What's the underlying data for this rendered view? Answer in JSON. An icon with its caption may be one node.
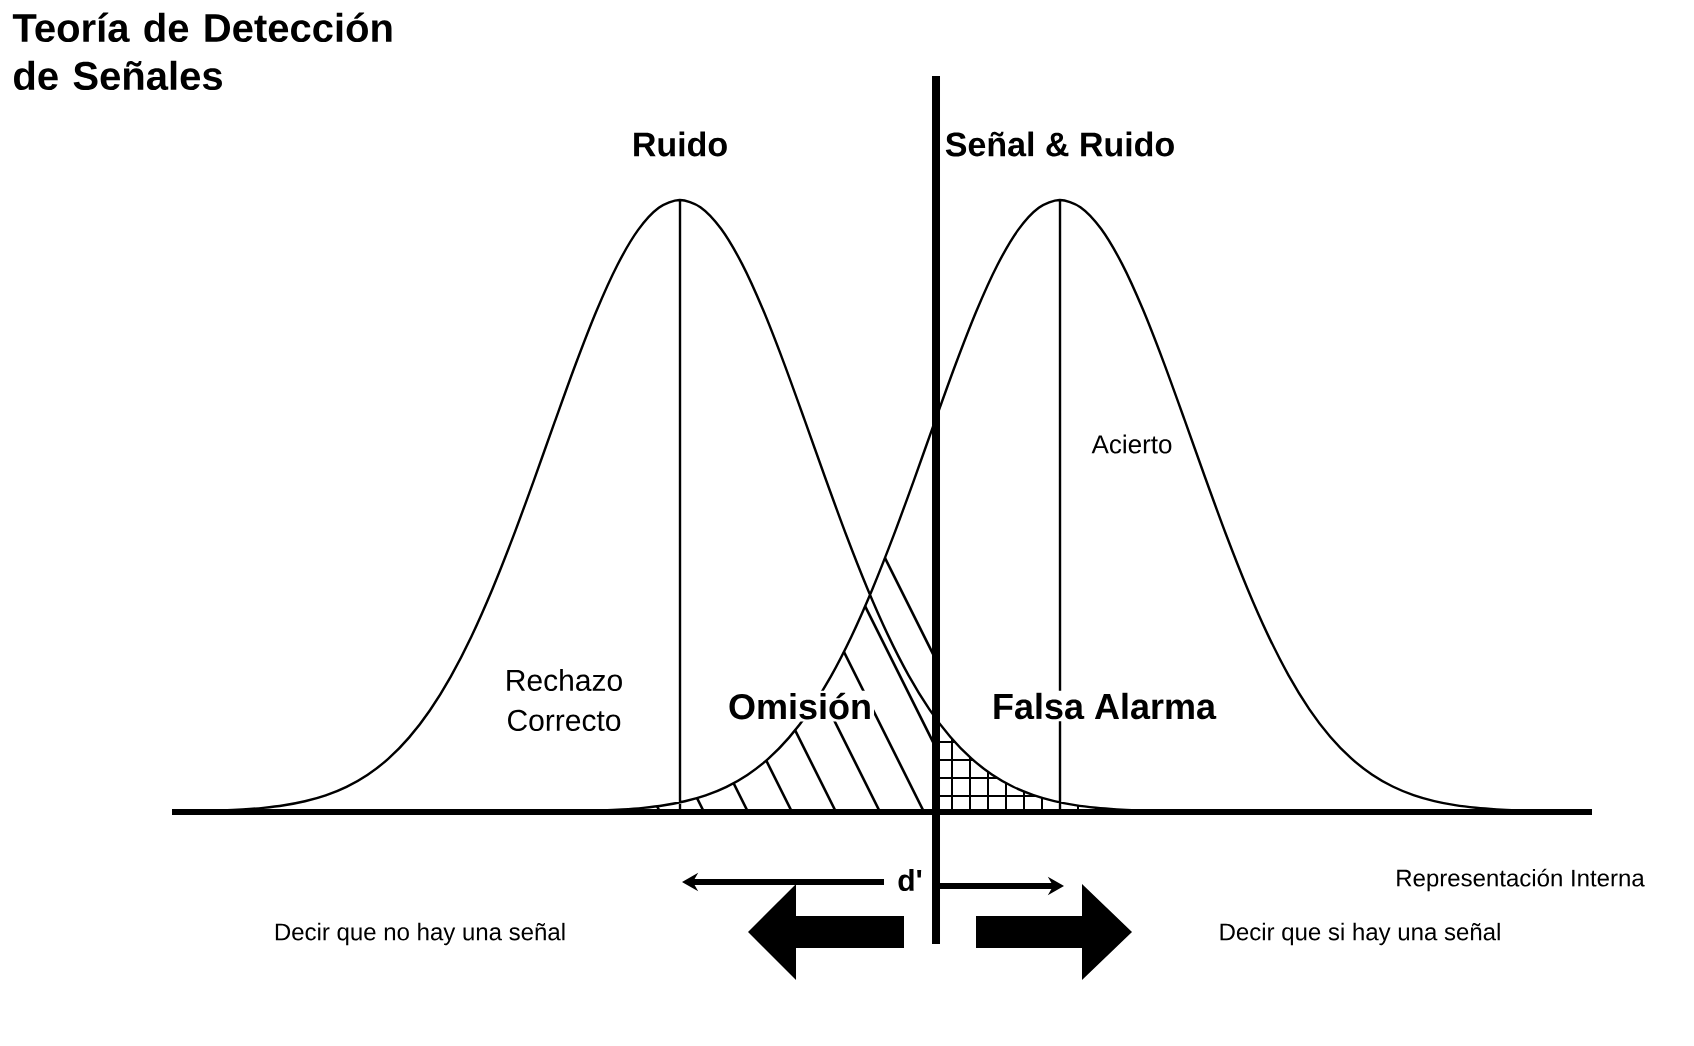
{
  "diagram": {
    "title": "Teoría de Detección de Señales",
    "labels": [
      "Ruido",
      "Señal & Ruido",
      "Acierto",
      "Rechazo Correcto",
      "Omisión",
      "Falsa Alarma",
      "d'",
      "Representación Interna",
      "Decir que no hay una señal",
      "Decir que si hay una señal"
    ]
  }
}
